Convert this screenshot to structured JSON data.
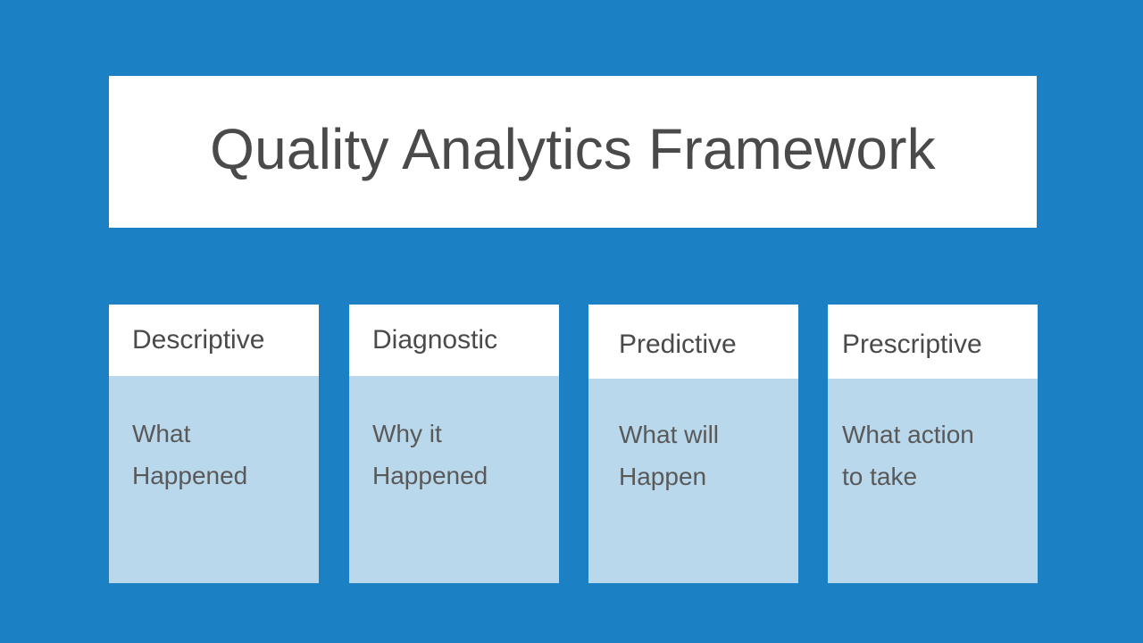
{
  "slide": {
    "background_color": "#1c80c4",
    "title_panel_color": "#ffffff",
    "card_header_color": "#ffffff",
    "card_body_color": "#bad8ec",
    "text_color": "#4a4a4a",
    "body_text_color": "#595959"
  },
  "title": {
    "text": "Quality Analytics Framework"
  },
  "cards": [
    {
      "title": "Descriptive",
      "lines": [
        "What",
        "Happened"
      ]
    },
    {
      "title": "Diagnostic",
      "lines": [
        "Why it",
        "Happened"
      ]
    },
    {
      "title": "Predictive",
      "lines": [
        "What will",
        "Happen"
      ]
    },
    {
      "title": "Prescriptive",
      "lines": [
        "What action",
        "to take"
      ]
    }
  ]
}
